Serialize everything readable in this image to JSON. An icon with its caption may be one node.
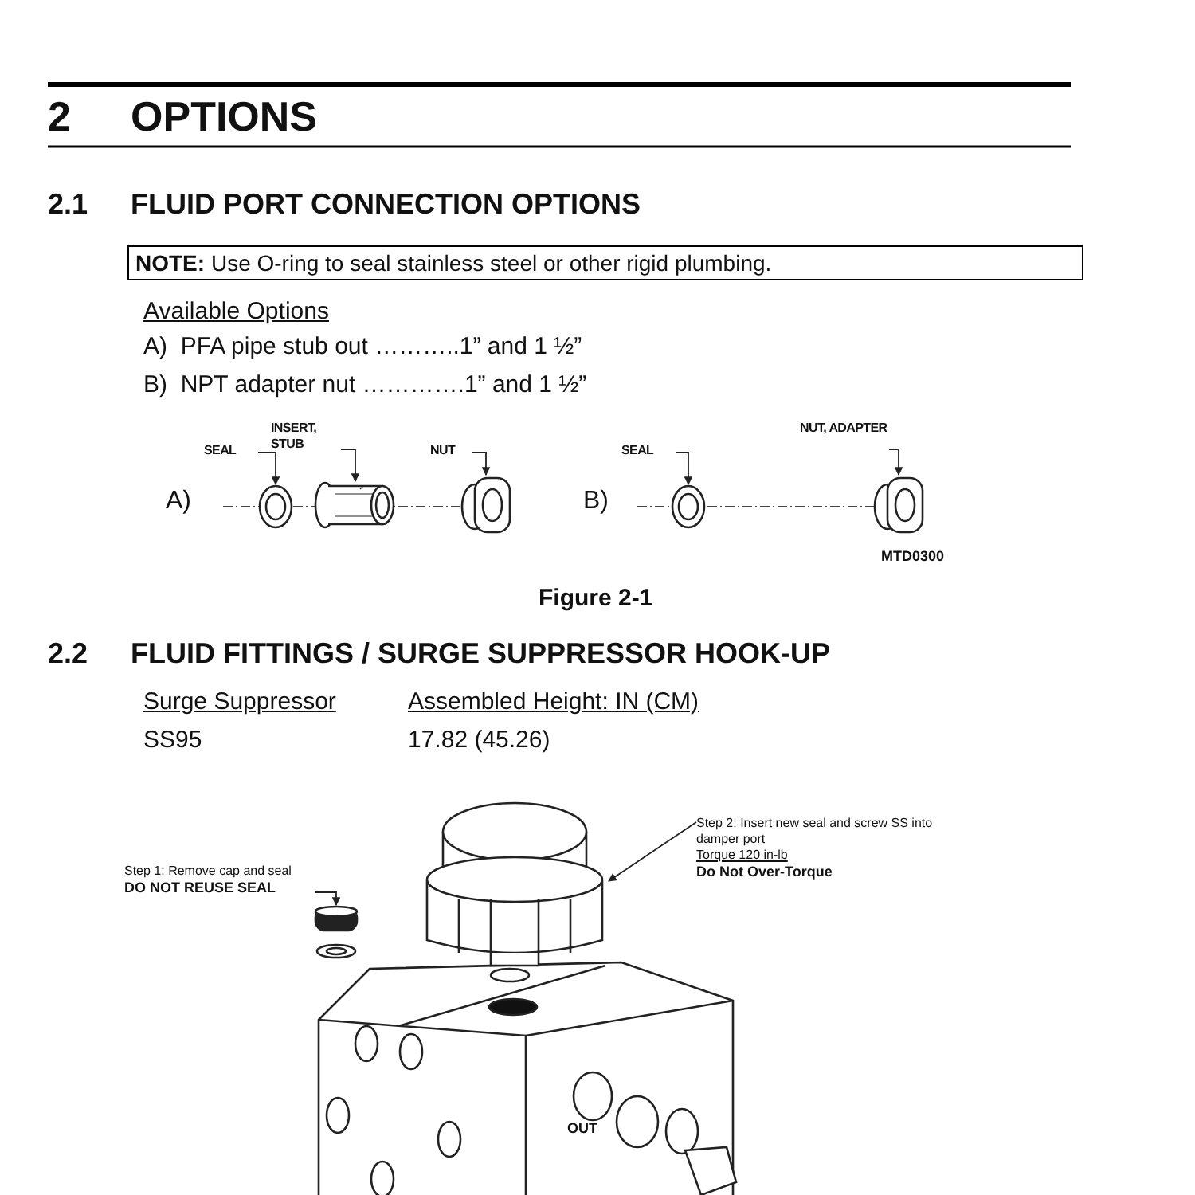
{
  "diagram": {
    "nodes": [
      {
        "text": [
          "SEAL"
        ]
      },
      {
        "text": [],
        "shape": "picture"
      },
      {
        "text": [
          "INSERT, STUB"
        ]
      },
      {
        "text": [],
        "shape": "picture"
      },
      {
        "text": [
          "NUT"
        ]
      },
      {
        "text": [],
        "shape": "picture"
      },
      {
        "text": [
          "SEAL"
        ]
      },
      {
        "text": [],
        "shape": "picture"
      },
      {
        "text": [
          "NUT, ADAPTER"
        ]
      },
      {
        "text": [],
        "shape": "picture"
      },
      {
        "text": [
          "Step 1: Remove cap and seal",
          "DO NOT REUSE SEAL"
        ]
      },
      {
        "text": [],
        "shape": "picture"
      },
      {
        "text": [
          "Step 2: Insert new seal and screw SS into damper port",
          "Torque 120 in-lb",
          "Do Not Over-Torque"
        ]
      },
      {
        "text": [],
        "shape": "picture"
      }
    ],
    "edges": [
      {
        "from": 0,
        "to": 1,
        "arrow": "to"
      },
      {
        "from": 2,
        "to": 3,
        "arrow": "to"
      },
      {
        "from": 4,
        "to": 5,
        "arrow": "to"
      },
      {
        "from": 6,
        "to": 7,
        "arrow": "to"
      },
      {
        "from": 8,
        "to": 9,
        "arrow": "to"
      },
      {
        "from": 10,
        "to": 11,
        "arrow": "to"
      },
      {
        "from": 12,
        "to": 13,
        "arrow": "to"
      }
    ],
    "labels": [
      "2",
      "OPTIONS",
      "2.1",
      "FLUID PORT CONNECTION OPTIONS",
      "**NOTE:** Use O-ring to seal stainless steel or other rigid plumbing.",
      "Available Options",
      "A)  PFA pipe stub out ………..1” and 1 ½”",
      "B)  NPT adapter nut ………….1” and 1 ½”",
      "A)",
      "B)",
      "MTD0300",
      "Figure 2-1",
      "2.2",
      "FLUID FITTINGS / SURGE SUPPRESSOR HOOK-UP",
      "Surge Suppressor",
      "Assembled Height: IN (CM)",
      "SS95",
      "17.82 (45.26)",
      "OUT"
    ]
  }
}
